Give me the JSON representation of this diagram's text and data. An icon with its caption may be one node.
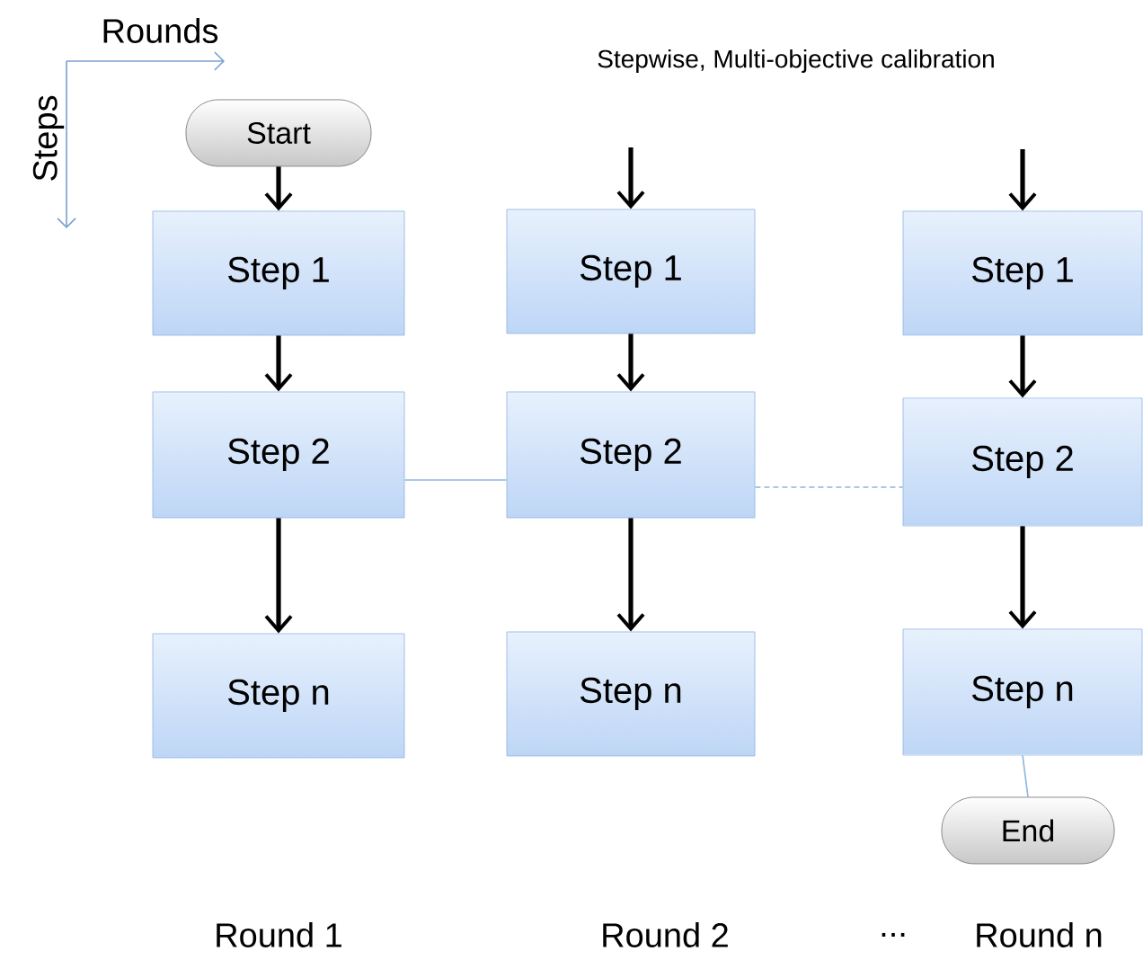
{
  "diagram": {
    "title": "Stepwise, Multi-objective calibration",
    "nodes": [
      {
        "text": [
          "Start"
        ]
      },
      {
        "text": [
          "Step 1"
        ]
      },
      {
        "text": [
          "Step 2"
        ]
      },
      {
        "text": [
          "Step n"
        ]
      },
      {
        "text": [
          "Step 1"
        ]
      },
      {
        "text": [
          "Step 2"
        ]
      },
      {
        "text": [
          "Step n"
        ]
      },
      {
        "text": [
          "Step 1"
        ]
      },
      {
        "text": [
          "Step 2"
        ]
      },
      {
        "text": [
          "Step n"
        ]
      },
      {
        "text": [
          "End"
        ]
      }
    ],
    "edges": [
      {
        "from": 0,
        "to": 1,
        "arrow": "to"
      },
      {
        "from": 1,
        "to": 2,
        "arrow": "to"
      },
      {
        "from": 2,
        "to": 3,
        "arrow": "to"
      },
      {
        "from": null,
        "to": 4,
        "arrow": "to"
      },
      {
        "from": 4,
        "to": 5,
        "arrow": "to"
      },
      {
        "from": 5,
        "to": 6,
        "arrow": "to"
      },
      {
        "from": null,
        "to": 7,
        "arrow": "to"
      },
      {
        "from": 7,
        "to": 8,
        "arrow": "to"
      },
      {
        "from": 8,
        "to": 9,
        "arrow": "to"
      },
      {
        "from": 9,
        "to": 10,
        "arrow": "none",
        "color": "#8db3e2"
      },
      {
        "from": 2,
        "to": 5,
        "arrow": "none",
        "color": "#8db3e2"
      },
      {
        "from": 5,
        "to": 8,
        "arrow": "none",
        "style": "dashed",
        "color": "#8db3e2"
      }
    ],
    "labels": [
      "Rounds",
      "Steps",
      "Round 1",
      "Round 2",
      "...",
      "Round n"
    ]
  }
}
